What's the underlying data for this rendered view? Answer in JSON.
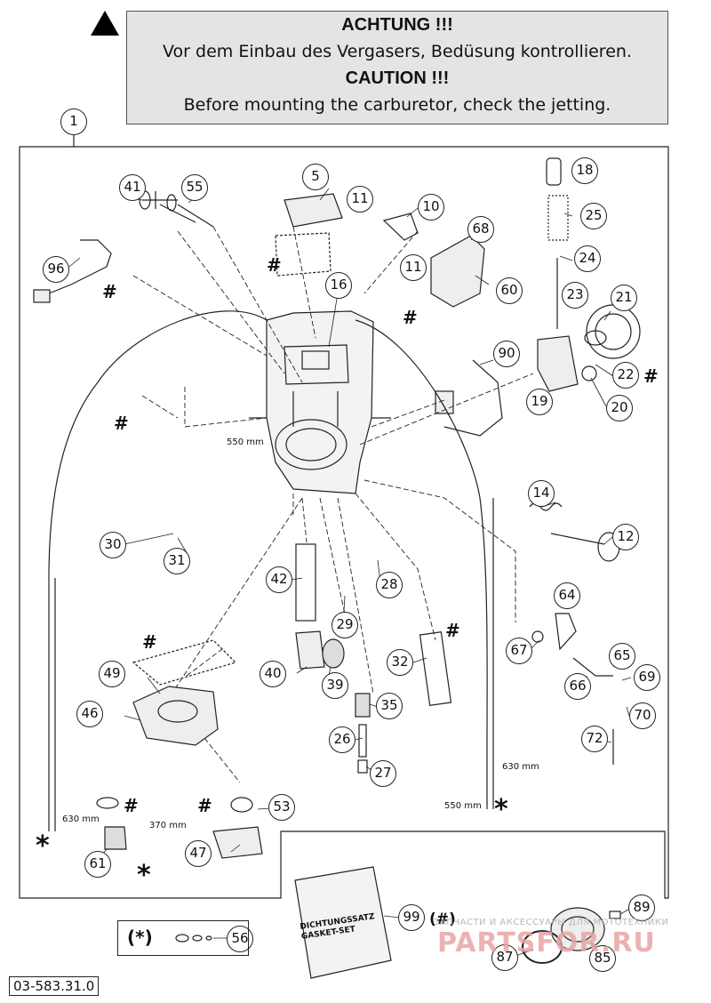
{
  "warning": {
    "line1": "ACHTUNG !!!",
    "line2": "Vor dem Einbau des Vergasers, Bedüsung kontrollieren.",
    "line3": "CAUTION !!!",
    "line4": "Before mounting the carburetor, check the jetting."
  },
  "callouts": {
    "c1": "1",
    "c5": "5",
    "c10": "10",
    "c11a": "11",
    "c11b": "11",
    "c12": "12",
    "c14": "14",
    "c16": "16",
    "c18": "18",
    "c19": "19",
    "c20": "20",
    "c21": "21",
    "c22": "22",
    "c23": "23",
    "c24": "24",
    "c25": "25",
    "c26": "26",
    "c27": "27",
    "c28": "28",
    "c29": "29",
    "c30": "30",
    "c31": "31",
    "c32": "32",
    "c35": "35",
    "c39": "39",
    "c40": "40",
    "c41": "41",
    "c42": "42",
    "c46": "46",
    "c47": "47",
    "c49": "49",
    "c53": "53",
    "c55": "55",
    "c56": "56",
    "c60": "60",
    "c61": "61",
    "c64": "64",
    "c65": "65",
    "c66": "66",
    "c67": "67",
    "c68": "68",
    "c69": "69",
    "c70": "70",
    "c72": "72",
    "c85": "85",
    "c87": "87",
    "c89": "89",
    "c90": "90",
    "c96": "96",
    "c99": "99"
  },
  "hash_symbol": "#",
  "star_symbol": "*",
  "measurements": {
    "m550a": "550 mm",
    "m550b": "550 mm",
    "m630a": "630 mm",
    "m630b": "630 mm",
    "m370": "370 mm"
  },
  "gasket_set": {
    "line1": "DICHTUNGSSATZ",
    "line2": "GASKET-SET"
  },
  "hash_note": "(#)",
  "asterisk_note": "(*)",
  "part_number": "03-583.31.0",
  "watermark": {
    "top": "ЗАПЧАСТИ И АКСЕССУАРЫ ДЛЯ МОТОТЕХНИКИ",
    "main": "PARTSFOR.RU"
  }
}
